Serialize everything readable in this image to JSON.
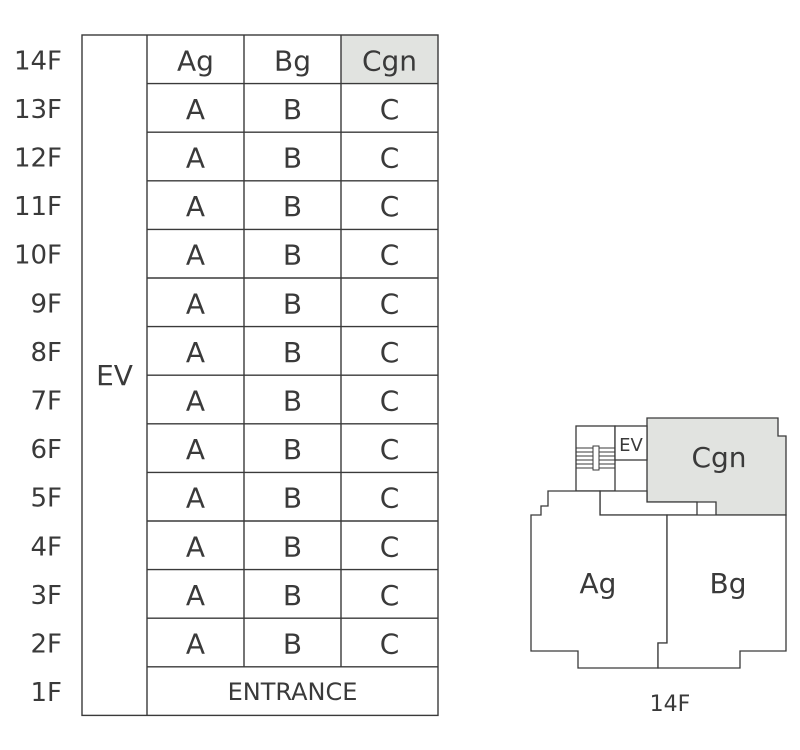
{
  "floors": [
    "14F",
    "13F",
    "12F",
    "11F",
    "10F",
    "9F",
    "8F",
    "7F",
    "6F",
    "5F",
    "4F",
    "3F",
    "2F",
    "1F"
  ],
  "elevator_label": "EV",
  "top_floor_units": [
    "Ag",
    "Bg",
    "Cgn"
  ],
  "standard_units": [
    "A",
    "B",
    "C"
  ],
  "entrance_label": "ENTRANCE",
  "floor_plan": {
    "ev_label": "EV",
    "unit_c": "Cgn",
    "unit_a": "Ag",
    "unit_b": "Bg",
    "caption": "14F"
  },
  "colors": {
    "highlight": "#e1e3e0",
    "line": "#3a3a3a"
  }
}
